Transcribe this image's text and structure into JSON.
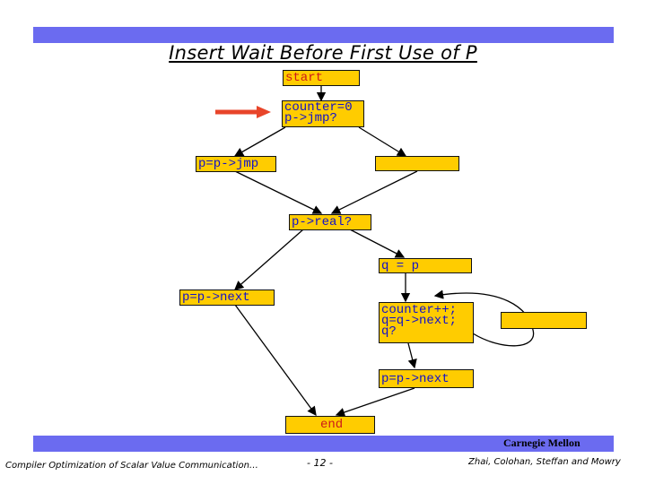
{
  "slide": {
    "title": "Insert Wait Before First Use of P",
    "nodes": {
      "start": "start",
      "counter": "counter=0\np->jmp?",
      "p_jmp": "p=p->jmp",
      "blank_top": "",
      "p_real": "p->real?",
      "q_eq_p": "q = p",
      "p_next_left": "p=p->next",
      "counter_loop": "counter++;\nq=q->next;\nq?",
      "blank_right": "",
      "p_next_bottom": "p=p->next",
      "end": "end"
    },
    "footer": {
      "left": "Compiler Optimization of Scalar Value Communication…",
      "page": "- 12 -",
      "institution": "Carnegie Mellon",
      "authors": "Zhai, Colohan, Steffan and Mowry"
    },
    "colors": {
      "node_fill": "#ffcc00",
      "bar": "#6b6bf0",
      "arrow_highlight": "#e8452a",
      "code_text": "#1010cc"
    }
  }
}
